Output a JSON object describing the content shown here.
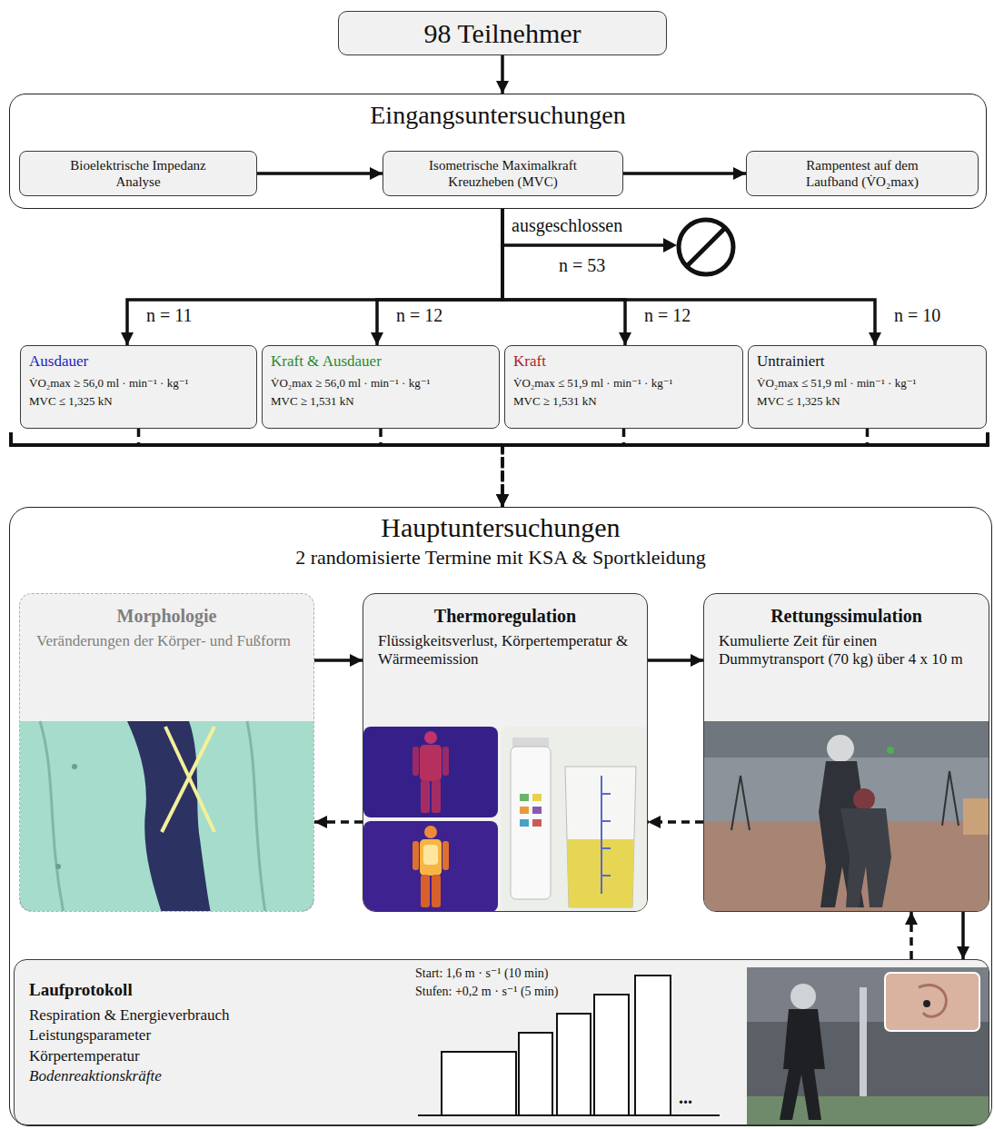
{
  "diagram": {
    "nodes": [
      {
        "text": [
          "98 Teilnehmer"
        ]
      },
      {
        "text": [
          "Eingangsuntersuchungen"
        ]
      },
      {
        "text": [
          "Bioelektrische Impedanz Analyse"
        ],
        "in": 1
      },
      {
        "text": [
          "Isometrische Maximalkraft Kreuzheben (MVC)"
        ],
        "in": 1
      },
      {
        "text": [
          "Rampentest auf dem Laufband (V̇O₂max)"
        ],
        "in": 1
      },
      {
        "text": [
          "Ausdauer",
          "V̇O₂max ≥ 56,0 ml · min⁻¹ · kg⁻¹",
          "MVC ≤ 1,325 kN"
        ]
      },
      {
        "text": [
          "Kraft & Ausdauer",
          "V̇O₂max ≥ 56,0 ml · min⁻¹ · kg⁻¹",
          "MVC ≥ 1,531 kN"
        ]
      },
      {
        "text": [
          "Kraft",
          "V̇O₂max ≤ 51,9 ml · min⁻¹ · kg⁻¹",
          "MVC ≥ 1,531 kN"
        ]
      },
      {
        "text": [
          "Untrainiert",
          "V̇O₂max ≤ 51,9 ml · min⁻¹ · kg⁻¹",
          "MVC ≤ 1,325 kN"
        ]
      },
      {
        "text": [
          "Hauptuntersuchungen",
          "2 randomisierte Termine mit KSA & Sportkleidung"
        ]
      },
      {
        "text": [
          "Morphologie",
          "Veränderungen der Körper- und Fußform"
        ],
        "in": 9
      },
      {
        "text": [
          "Thermoregulation",
          "Flüssigkeitsverlust, Körpertemperatur & Wärmeemission"
        ],
        "in": 9
      },
      {
        "text": [
          "Rettungssimulation",
          "Kumulierte Zeit für einen Dummytransport (70 kg) über 4 x 10 m"
        ],
        "in": 9
      },
      {
        "text": [
          "Laufprotokoll",
          "Respiration & Energieverbrauch",
          "Leistungsparameter",
          "Körpertemperatur",
          "Bodenreaktionskräfte",
          "Start: 1,6 m · s⁻¹ (10 min)",
          "Stufen: +0,2 m · s⁻¹ (5 min)"
        ],
        "in": 9
      }
    ],
    "edges": [
      {
        "from": 0,
        "to": 1,
        "arrow": "to"
      },
      {
        "from": 2,
        "to": 3,
        "arrow": "to"
      },
      {
        "from": 3,
        "to": 4,
        "arrow": "to"
      },
      {
        "from": 1,
        "to": 5,
        "label": "n = 11",
        "arrow": "to"
      },
      {
        "from": 1,
        "to": 6,
        "label": "n = 12",
        "arrow": "to"
      },
      {
        "from": 1,
        "to": 7,
        "label": "n = 12",
        "arrow": "to"
      },
      {
        "from": 1,
        "to": 8,
        "label": "n = 10",
        "arrow": "to"
      },
      {
        "from": 5,
        "to": 9,
        "arrow": "to"
      },
      {
        "from": 6,
        "to": 9,
        "arrow": "to"
      },
      {
        "from": 7,
        "to": 9,
        "arrow": "to"
      },
      {
        "from": 8,
        "to": 9,
        "arrow": "to"
      },
      {
        "from": 10,
        "to": 11,
        "arrow": "to"
      },
      {
        "from": 11,
        "to": 12,
        "arrow": "to"
      },
      {
        "from": 11,
        "to": 10,
        "arrow": "to"
      },
      {
        "from": 12,
        "to": 11,
        "arrow": "to"
      },
      {
        "from": 12,
        "to": 13,
        "arrow": "to"
      },
      {
        "from": 13,
        "to": 12,
        "arrow": "to"
      }
    ],
    "labels": [
      "ausgeschlossen",
      "n = 53",
      "..."
    ]
  }
}
